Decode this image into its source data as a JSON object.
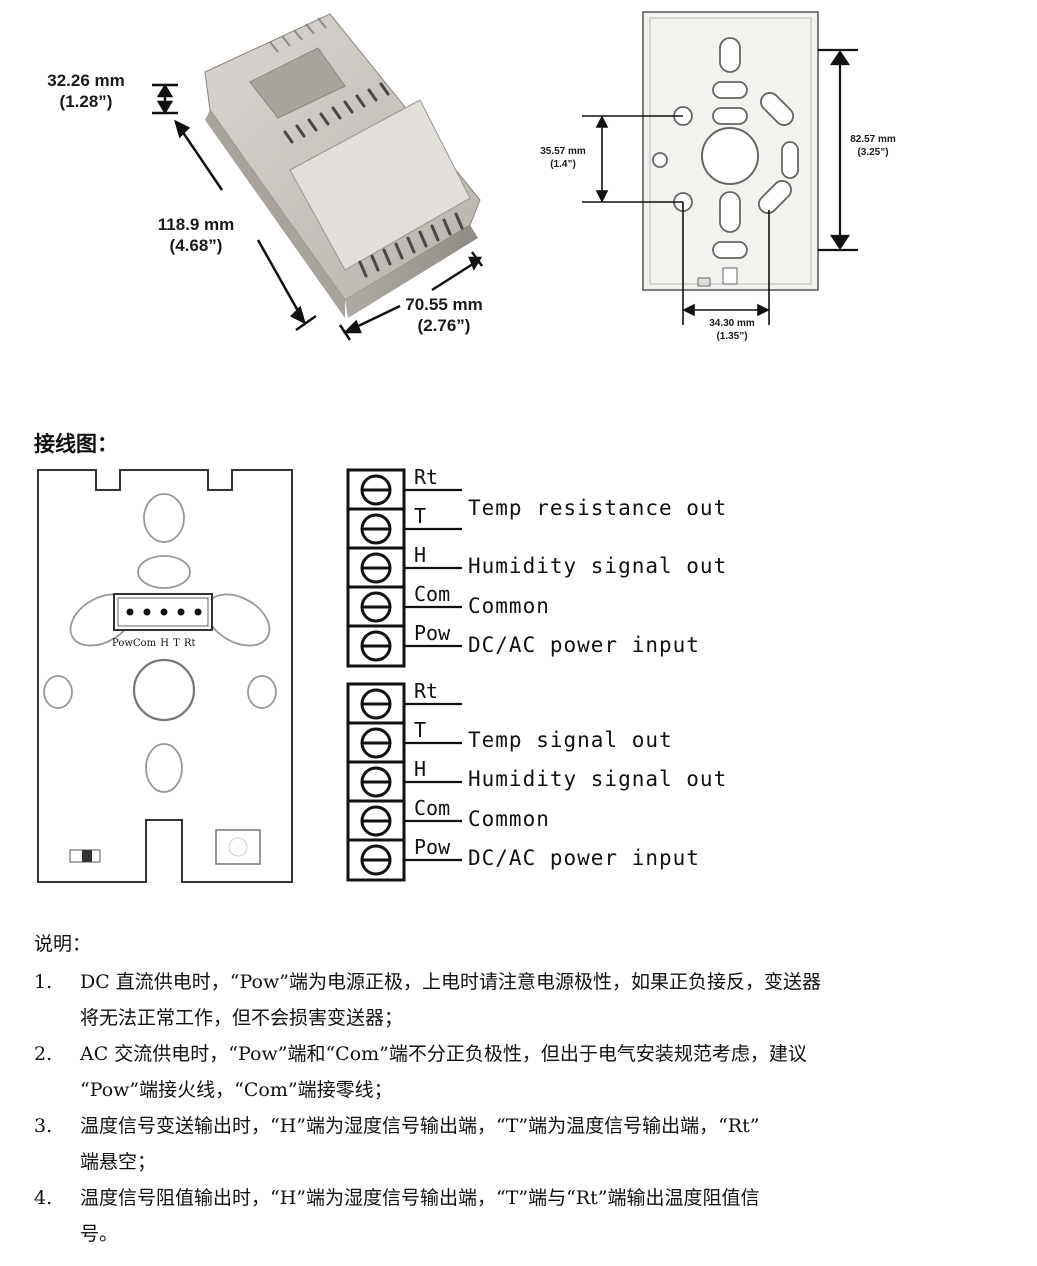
{
  "dimensions": {
    "height": {
      "mm": "32.26 mm",
      "inch": "(1.28”)"
    },
    "length": {
      "mm": "118.9 mm",
      "inch": "(4.68”)"
    },
    "width": {
      "mm": "70.55 mm",
      "inch": "(2.76”)"
    },
    "hole_vertical": {
      "mm": "35.57 mm",
      "inch": "(1.4”)"
    },
    "base_height": {
      "mm": "82.57 mm",
      "inch": "(3.25”)"
    },
    "hole_horizontal": {
      "mm": "34.30 mm",
      "inch": "(1.35”)"
    }
  },
  "wiring_title": "接线图：",
  "pcb_pin_labels": "PowCom H T Rt",
  "terminal_block_1": [
    {
      "tag": "Rt",
      "desc": ""
    },
    {
      "tag": "T",
      "desc": "Temp resistance out"
    },
    {
      "tag": "H",
      "desc": "Humidity signal out"
    },
    {
      "tag": "Com",
      "desc": "Common"
    },
    {
      "tag": "Pow",
      "desc": "DC/AC power input"
    }
  ],
  "terminal_block_2": [
    {
      "tag": "Rt",
      "desc": ""
    },
    {
      "tag": "T",
      "desc": "Temp signal out"
    },
    {
      "tag": "H",
      "desc": "Humidity signal out"
    },
    {
      "tag": "Com",
      "desc": "Common"
    },
    {
      "tag": "Pow",
      "desc": "DC/AC power input"
    }
  ],
  "notes": {
    "heading": "说明：",
    "items": [
      {
        "num": "1.",
        "line1": "DC 直流供电时，“Pow”端为电源正极，上电时请注意电源极性，如果正负接反，变送器",
        "line2": "将无法正常工作，但不会损害变送器；"
      },
      {
        "num": "2.",
        "line1": "AC 交流供电时，“Pow”端和“Com”端不分正负极性，但出于电气安装规范考虑，建议",
        "line2": "“Pow”端接火线，“Com”端接零线；"
      },
      {
        "num": "3.",
        "line1": "温度信号变送输出时，“H”端为湿度信号输出端，“T”端为温度信号输出端，“Rt”",
        "line2": "端悬空；"
      },
      {
        "num": "4.",
        "line1": "温度信号阻值输出时，“H”端为湿度信号输出端，“T”端与“Rt”端输出温度阻值信",
        "line2": "号。"
      }
    ]
  },
  "colors": {
    "ink": "#111111",
    "housing": "#c9c4be",
    "housing_dark": "#9d9892",
    "base_fill": "#f4f2ef"
  }
}
